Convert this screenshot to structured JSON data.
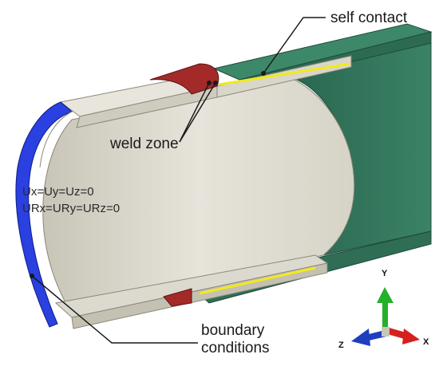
{
  "annotations": {
    "self_contact": "self contact",
    "weld_zone": "weld zone",
    "bc_line1": "Ux=Uy=Uz=0",
    "bc_line2": "URx=URy=URz=0",
    "boundary_line1": "boundary",
    "boundary_line2": "conditions"
  },
  "triad": {
    "y_label": "Y",
    "x_label": "X",
    "z_label": "Z",
    "y_color": "#23b02a",
    "x_color": "#d62020",
    "z_color": "#1f3fbf"
  },
  "colors": {
    "pipe_inner": "#e2e0d6",
    "pipe_edge": "#c9c6b8",
    "sleeve_green": "#2f6e55",
    "sleeve_green_light": "#3f8a6a",
    "weld_red": "#a42a2a",
    "contact_yellow": "#f2ea1a",
    "boundary_blue": "#2a40e0"
  }
}
